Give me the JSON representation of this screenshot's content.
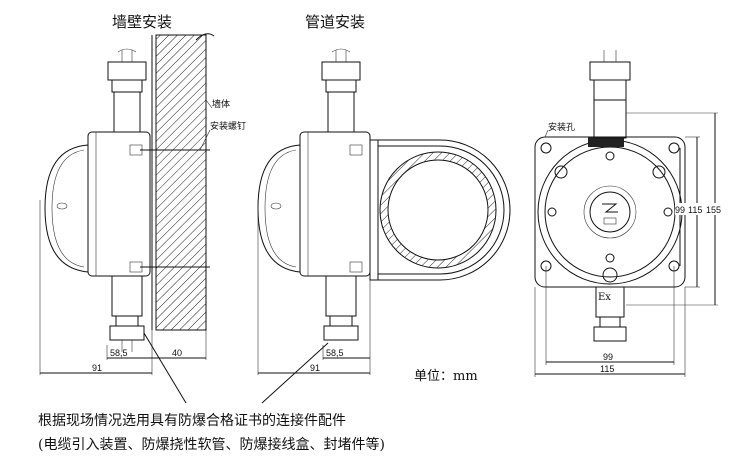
{
  "titles": {
    "wall": "墙壁安装",
    "pipe": "管道安装"
  },
  "labels": {
    "wall_body": "墙体",
    "screw": "安装螺钉",
    "hole": "安装孔",
    "ex": "Ex",
    "unit": "单位：mm"
  },
  "dimensions": {
    "wall_58": "58,5",
    "wall_40": "40",
    "wall_91": "91",
    "pipe_58": "58,5",
    "pipe_91": "91",
    "front_v99": "99",
    "front_v115": "115",
    "front_v155": "155",
    "front_h99": "99",
    "front_h115": "115"
  },
  "notes": {
    "line1": "根据现场情况选用具有防爆合格证书的连接件配件",
    "line2": "(电缆引入装置、防爆挠性软管、防爆接线盒、封堵件等)"
  }
}
